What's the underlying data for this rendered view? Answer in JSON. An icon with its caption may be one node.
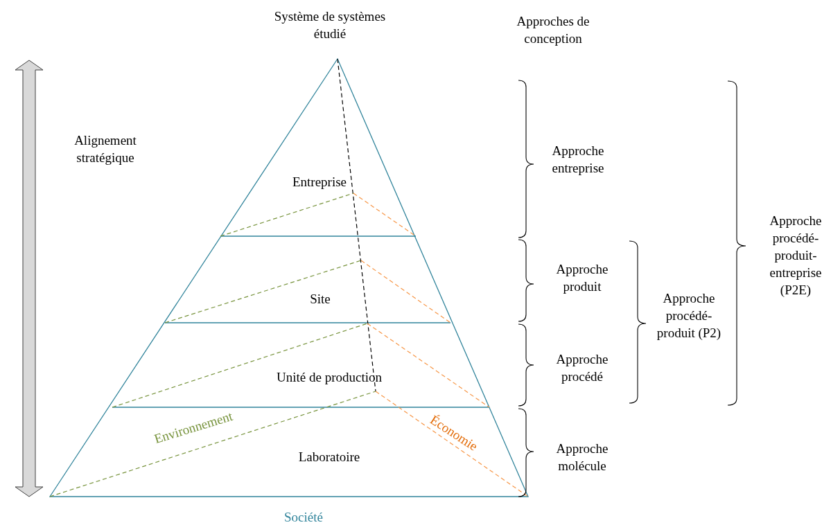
{
  "diagram": {
    "labels": [
      "Système de systèmes étudié",
      "Approches de conception",
      "Alignement stratégique",
      "Approche entreprise",
      "Approche procédé-produit-entreprise (P2E)",
      "Entreprise",
      "Approche produit",
      "Approche procédé-produit (P2)",
      "Site",
      "Approche procédé",
      "Unité de production",
      "Environnement",
      "Économie",
      "Approche molécule",
      "Laboratoire",
      "Société"
    ]
  }
}
